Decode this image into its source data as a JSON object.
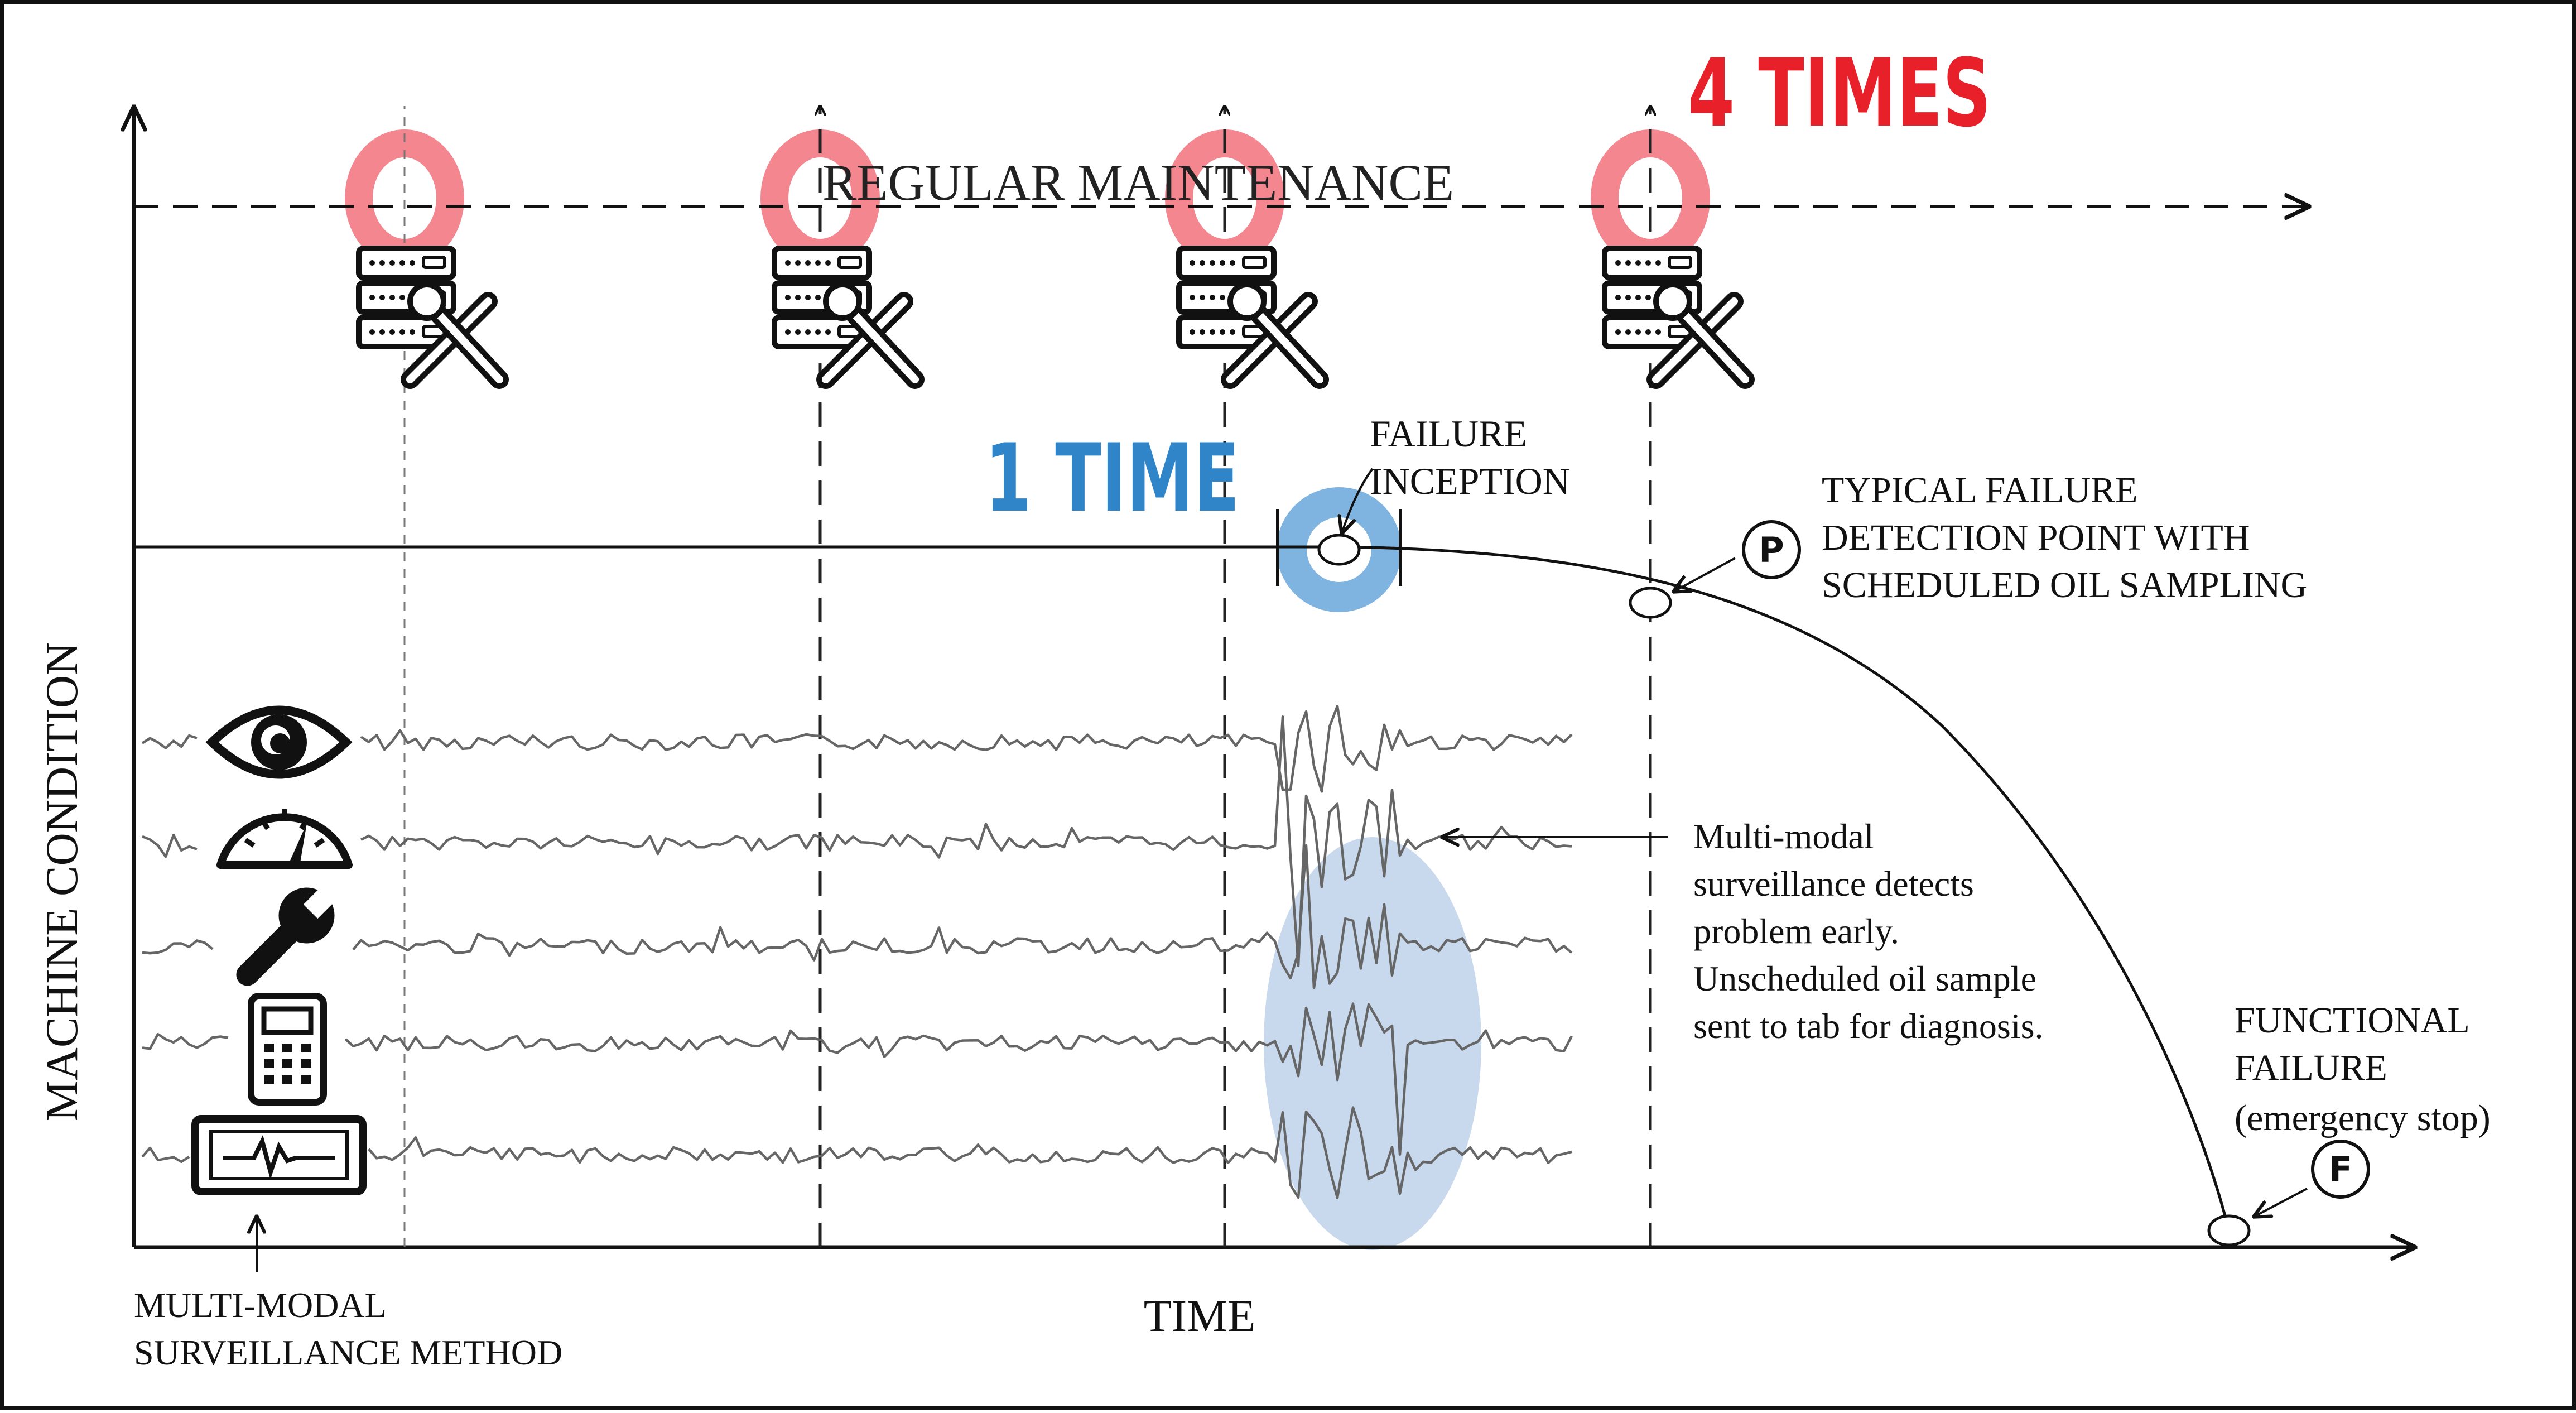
{
  "axes": {
    "y_label": "MACHINE CONDITION",
    "x_label": "TIME"
  },
  "regular_maintenance": {
    "label": "REGULAR MAINTENANCE",
    "count_label": "4 TIMES",
    "count_color": "#e8202a",
    "marker_color": "#f4868f"
  },
  "condition_based": {
    "count_label": "1 TIME",
    "count_color": "#2f85c8",
    "marker_color": "#7fb3e0",
    "surveillance_zone_color": "#c8d9ee"
  },
  "annotations": {
    "failure_inception": [
      "FAILURE",
      "INCEPTION"
    ],
    "typical_detection": [
      "TYPICAL FAILURE",
      "DETECTION POINT WITH",
      "SCHEDULED OIL SAMPLING"
    ],
    "p_marker": "P",
    "multimodal_note": [
      "Multi-modal",
      "surveillance detects",
      "problem early.",
      "Unscheduled oil sample",
      "sent to tab for diagnosis."
    ],
    "functional_failure": [
      "FUNCTIONAL",
      "FAILURE",
      "(emergency stop)"
    ],
    "f_marker": "F",
    "surveillance_method": [
      "MULTI-MODAL",
      "SURVEILLANCE METHOD"
    ]
  },
  "surveillance_icons": [
    "eye-icon",
    "gauge-icon",
    "wrench-icon",
    "calculator-icon",
    "monitor-pulse-icon"
  ],
  "maintenance_icons": [
    "server-tools-icon",
    "server-tools-icon",
    "server-tools-icon",
    "server-tools-icon"
  ]
}
